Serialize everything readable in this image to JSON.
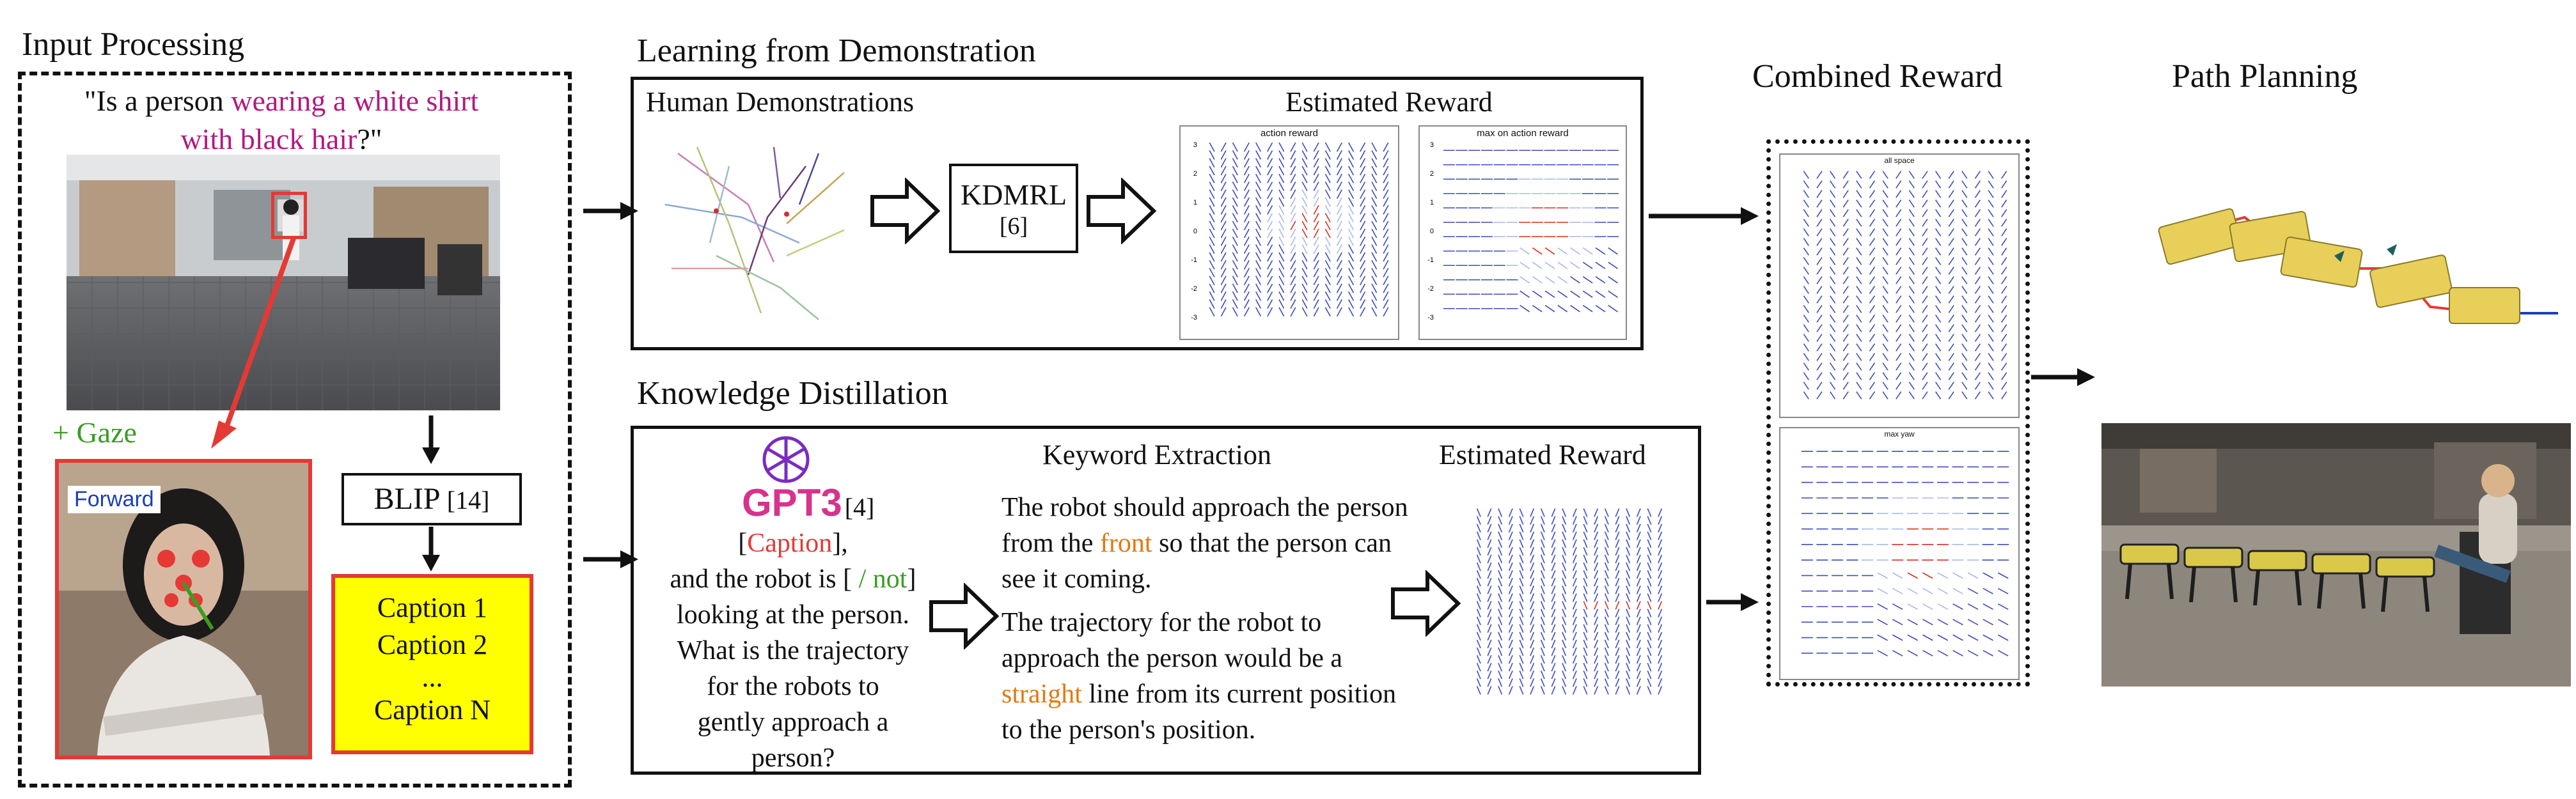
{
  "input_processing": {
    "title": "Input Processing",
    "question_prefix": "\"Is a person ",
    "question_highlight": "wearing a white shirt with black hair",
    "question_suffix": "?\"",
    "gaze_label": "+ Gaze",
    "forward_label": "Forward",
    "blip_label": "BLIP",
    "blip_ref": "[14]",
    "captions": [
      "Caption 1",
      "Caption 2",
      "...",
      "Caption N"
    ]
  },
  "learning_from_demonstration": {
    "title": "Learning from Demonstration",
    "human_demos_label": "Human Demonstrations",
    "kdmrl_label": "KDMRL",
    "kdmrl_ref": "[6]",
    "estimated_reward_label": "Estimated Reward",
    "plot1_title": "action reward",
    "plot2_title": "max on action reward",
    "yticks": [
      "3",
      "2",
      "1",
      "0",
      "-1",
      "-2",
      "-3"
    ]
  },
  "knowledge_distillation": {
    "title": "Knowledge Distillation",
    "gpt_label": "GPT3",
    "gpt_ref": "[4]",
    "prompt_open": "[",
    "prompt_caption": "Caption",
    "prompt_close": "],",
    "prompt_line2a": "and the robot is [ ",
    "prompt_not": "/ not",
    "prompt_line2b": "]",
    "prompt_rest": [
      "looking at the person.",
      "What is the trajectory",
      "for the robots  to",
      "gently approach a",
      "person?"
    ],
    "keyword_title": "Keyword Extraction",
    "para1_a": "The robot should approach the person from the ",
    "para1_kw": "front",
    "para1_b": " so that the person can see it coming.",
    "para2_a": "The trajectory for the robot to approach the person would be a ",
    "para2_kw": "straight",
    "para2_b": " line from its current position to the person's position.",
    "estimated_reward_label": "Estimated Reward"
  },
  "combined_reward": {
    "title": "Combined Reward",
    "plot1_title": "all space",
    "plot2_title": "max yaw"
  },
  "path_planning": {
    "title": "Path Planning"
  }
}
